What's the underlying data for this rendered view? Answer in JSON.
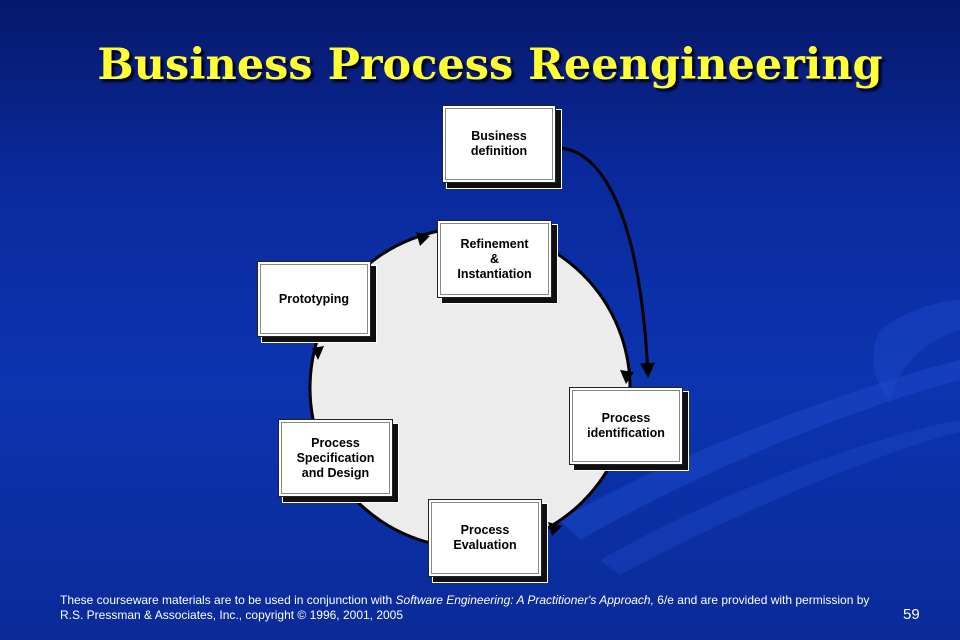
{
  "slide": {
    "title": "Business Process Reengineering",
    "page_number": "59"
  },
  "diagram": {
    "boxes": {
      "business_definition": "Business\ndefinition",
      "refinement": "Refinement\n&\nInstantiation",
      "prototyping": "Prototyping",
      "process_identification": "Process\nidentification",
      "process_specification": "Process\nSpecification\nand Design",
      "process_evaluation": "Process\nEvaluation"
    }
  },
  "footer": {
    "prefix": "These courseware materials are to be used in conjunction with ",
    "book_title": "Software Engineering: A Practitioner's Approach,",
    "suffix": " 6/e and are provided with permission by R.S. Pressman & Associates, Inc., copyright © 1996, 2001, 2005"
  },
  "colors": {
    "title": "#ffff33",
    "background": "#0c34b0",
    "circle_fill": "#ececec"
  }
}
